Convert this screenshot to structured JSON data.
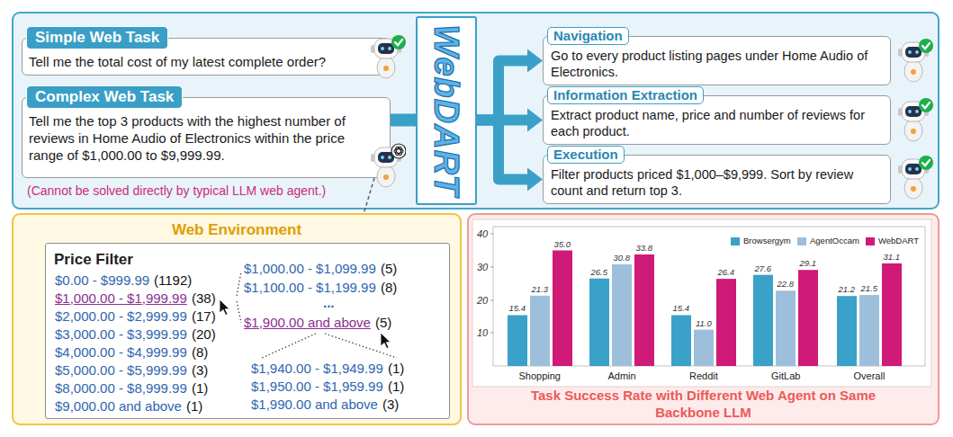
{
  "diagram": {
    "nodes": [
      {
        "text": [
          "(Cannot be solved directly by typical LLM web agent.)"
        ]
      },
      {
        "text": [
          "Simple Web Task",
          "Tell me the total cost of my latest complete order?"
        ],
        "in": 0
      },
      {
        "text": [
          "Complex Web Task",
          "Tell me the top 3 products with the highest number of reviews in Home Audio of Electronics within the price range of $1,000.00 to $9,999.99."
        ],
        "in": 0
      },
      {
        "text": [
          "WebDART"
        ],
        "in": 0
      },
      {
        "text": [
          "Navigation",
          "Go to every product listing pages under Home Audio of Electronics."
        ],
        "in": 0
      },
      {
        "text": [
          "Information Extraction",
          "Extract product name, price and number of reviews for each product."
        ],
        "in": 0
      },
      {
        "text": [
          "Execution",
          "Filter products priced $1,000–$9,999. Sort by review count and return top 3."
        ],
        "in": 0
      },
      {
        "text": [
          "Web Environment"
        ]
      },
      {
        "text": [
          "Price Filter"
        ],
        "in": 7
      },
      {
        "text": [
          "Task Success Rate with Different Web Agent on Same Backbone LLM"
        ]
      }
    ],
    "edges": [
      {
        "from": 2,
        "to": 3,
        "arrow": "none"
      },
      {
        "from": 3,
        "to": 4,
        "arrow": "to"
      },
      {
        "from": 3,
        "to": 5,
        "arrow": "to"
      },
      {
        "from": 3,
        "to": 6,
        "arrow": "to"
      },
      {
        "from": 2,
        "to": 7,
        "arrow": "none"
      }
    ],
    "labels": [
      "$0.00 - $999.99",
      "(1192)",
      "$1,000.00 - $1,999.99",
      "(38)",
      "$2,000.00 - $2,999.99",
      "(17)",
      "$3,000.00 - $3,999.99",
      "(20)",
      "$4,000.00 - $4,999.99",
      "(8)",
      "$5,000.00 - $5,999.99",
      "(3)",
      "$8,000.00 - $8,999.99",
      "(1)",
      "$9,000.00 and above",
      "(1)",
      "$1,000.00 - $1,099.99",
      "(5)",
      "$1,100.00 - $1,199.99",
      "(8)",
      "...",
      "$1,900.00 and above",
      "(5)",
      "$1,940.00 - $1,949.99",
      "(1)",
      "$1,950.00 - $1,959.99",
      "(1)",
      "$1,990.00 and above",
      "(3)",
      "40",
      "30",
      "20",
      "10",
      "15.4",
      "21.3",
      "35.0",
      "26.5",
      "30.8",
      "33.8",
      "15.4",
      "11.0",
      "26.4",
      "27.6",
      "22.8",
      "29.1",
      "21.2",
      "21.5",
      "31.1",
      "Shopping",
      "Admin",
      "Reddit",
      "GitLab",
      "Overall"
    ],
    "legend": [
      {
        "text": "Browsergym",
        "color": "#3aa2c9"
      },
      {
        "text": "AgentOccam",
        "color": "#9dbfdb"
      },
      {
        "text": "WebDART",
        "color": "#cf1a78"
      }
    ]
  }
}
